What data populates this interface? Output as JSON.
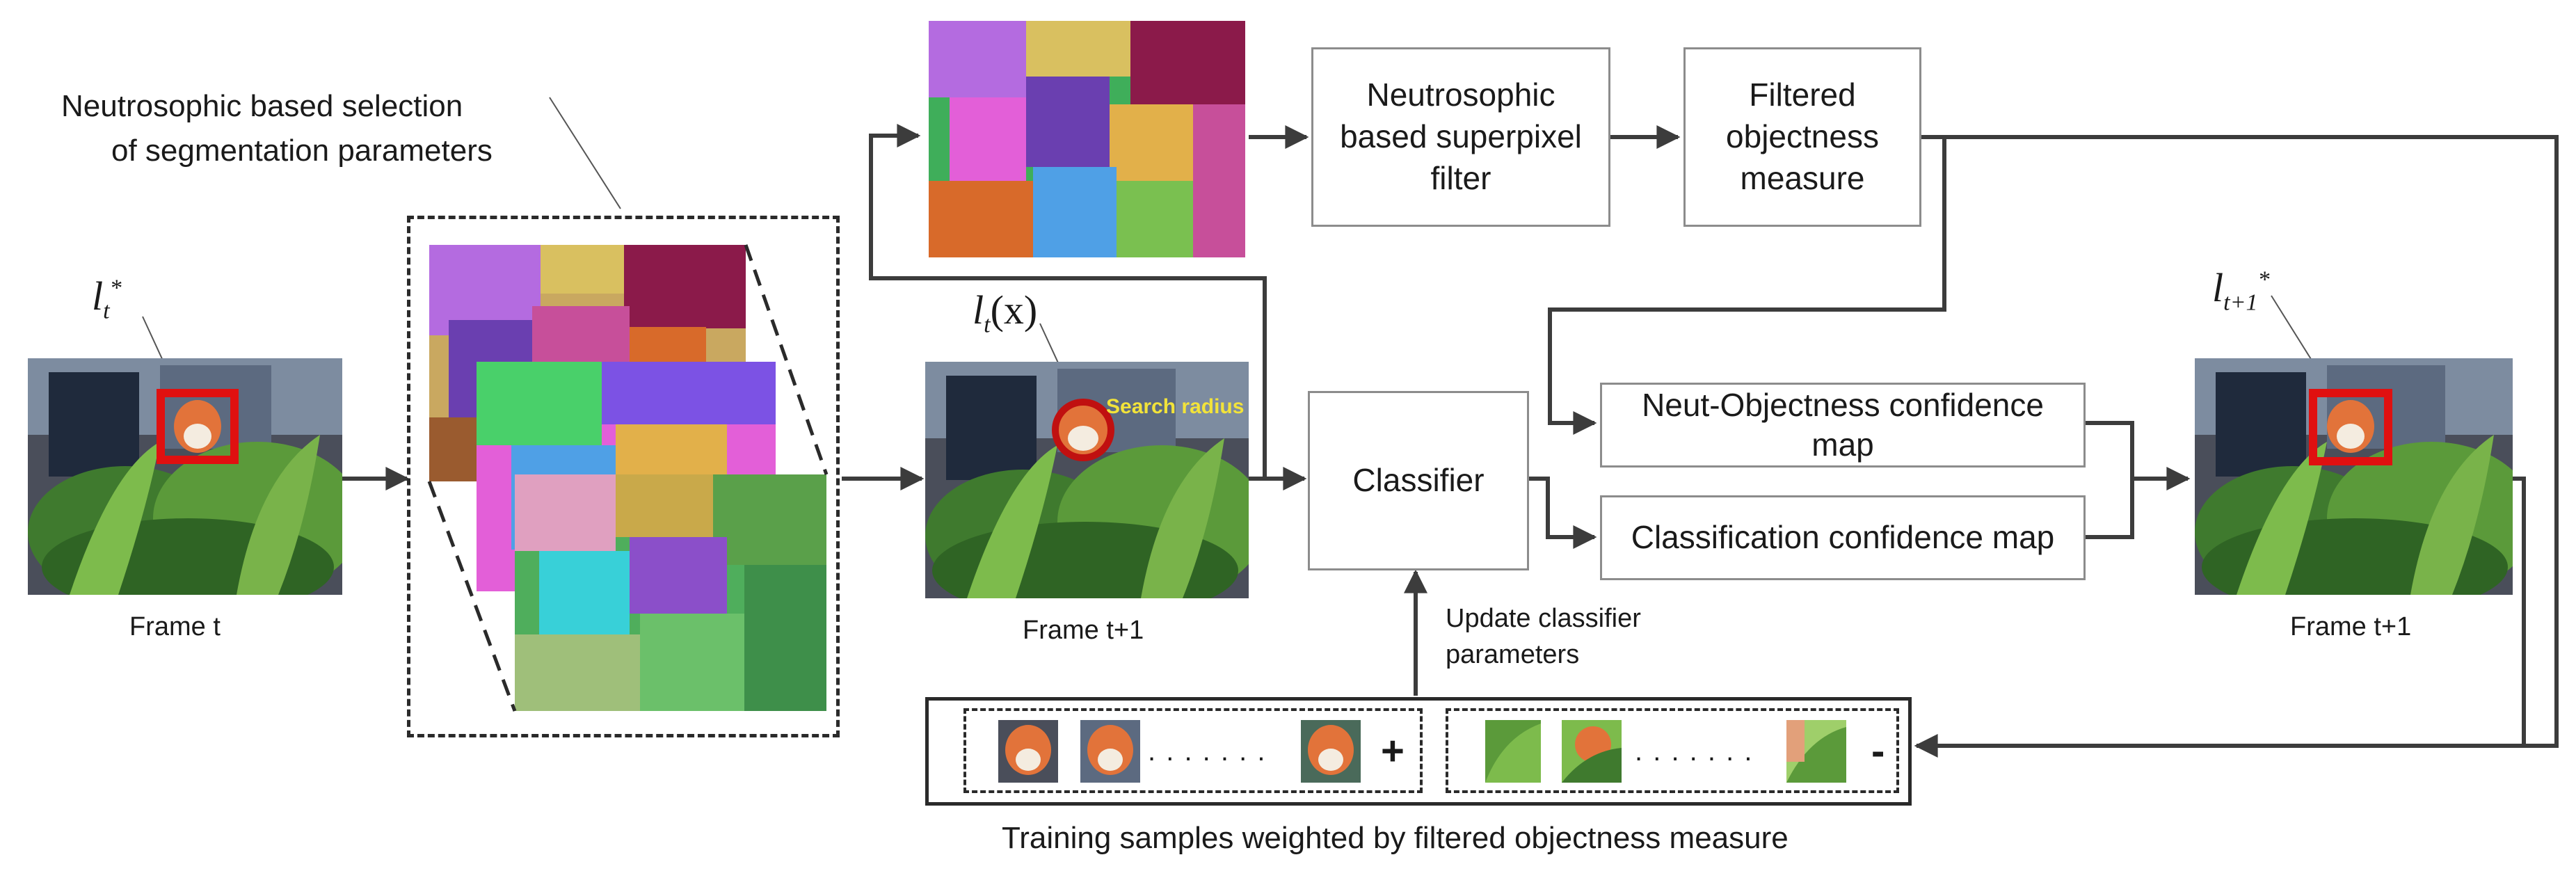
{
  "labels": {
    "selection_line1": "Neutrosophic based selection",
    "selection_line2": "of segmentation parameters",
    "frame_t": "Frame t",
    "frame_t1_middle": "Frame t+1",
    "frame_t1_right": "Frame t+1",
    "search_radius": "Search radius",
    "update_line1": "Update classifier",
    "update_line2": "parameters",
    "training_caption": "Training samples weighted by filtered objectness measure",
    "plus": "+",
    "minus": "-",
    "dots": ". . . . . . ."
  },
  "math": {
    "lt_star": {
      "base": "l",
      "sub": "t",
      "sup": "*"
    },
    "lt_x": {
      "base": "l",
      "sub": "t",
      "rest": "(x)"
    },
    "lt1_star": {
      "base": "l",
      "sub": "t+1",
      "sup": "*"
    }
  },
  "boxes": {
    "superpixel_filter": [
      "Neutrosophic",
      "based superpixel",
      "filter"
    ],
    "filtered_objectness": [
      "Filtered",
      "objectness",
      "measure"
    ],
    "classifier": "Classifier",
    "neut_objectness": [
      "Neut-Objectness confidence",
      "map"
    ],
    "classification_confidence": "Classification confidence map"
  },
  "colors": {
    "arrow": "#3c3c3c",
    "box_border": "#8c8c8c",
    "target_box": "#e01010",
    "search_text": "#f2e33a",
    "foliage": "#3f7a2e"
  }
}
